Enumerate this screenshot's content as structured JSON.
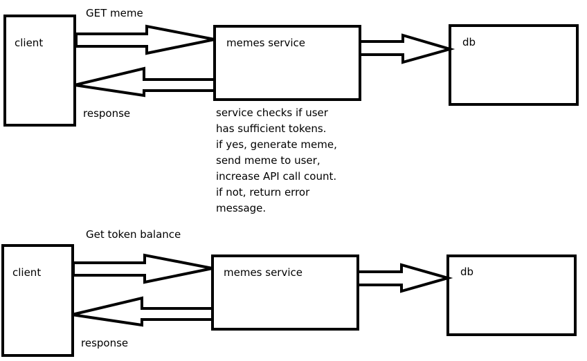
{
  "diagrams": [
    {
      "request_label": "GET meme",
      "response_label": "response",
      "client_label": "client",
      "service_label": "memes service",
      "db_label": "db",
      "note_lines": [
        "service checks if user",
        "has sufficient tokens.",
        "if yes, generate meme,",
        "send meme to user,",
        "increase API call count.",
        "if not, return error",
        "message."
      ]
    },
    {
      "request_label": "Get token balance",
      "response_label": "response",
      "client_label": "client",
      "service_label": "memes service",
      "db_label": "db"
    }
  ]
}
